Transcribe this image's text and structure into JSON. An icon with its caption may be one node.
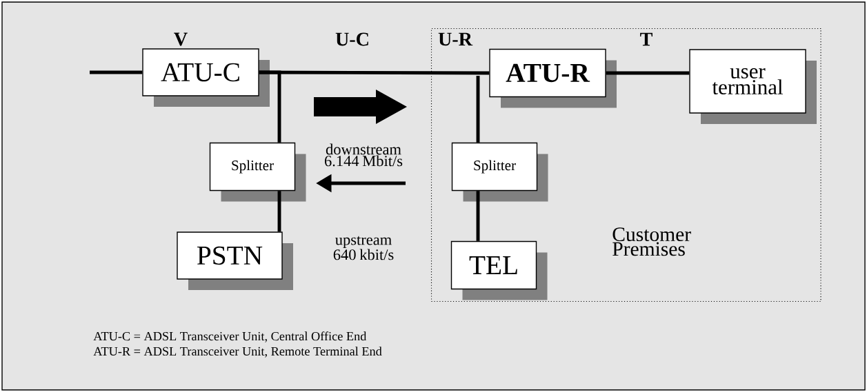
{
  "diagram": {
    "nodes": [
      {
        "text": [
          "Customer Premises"
        ]
      },
      {
        "text": [
          "ATU-C"
        ]
      },
      {
        "text": [
          "Splitter"
        ]
      },
      {
        "text": [
          "PSTN"
        ]
      },
      {
        "text": [
          "ATU-R"
        ],
        "in": 0
      },
      {
        "text": [
          "user terminal"
        ],
        "in": 0
      },
      {
        "text": [
          "Splitter"
        ],
        "in": 0
      },
      {
        "text": [
          "TEL"
        ],
        "in": 0
      }
    ],
    "edges": [
      {
        "from": null,
        "to": 1,
        "arrow": "none"
      },
      {
        "from": 1,
        "to": 4,
        "arrow": "none"
      },
      {
        "from": 1,
        "to": 2,
        "arrow": "none"
      },
      {
        "from": 2,
        "to": 3,
        "arrow": "none"
      },
      {
        "from": 4,
        "to": 5,
        "arrow": "none"
      },
      {
        "from": 4,
        "to": 6,
        "arrow": "none"
      },
      {
        "from": 6,
        "to": 7,
        "arrow": "none"
      }
    ],
    "labels": [
      "V",
      "U-C",
      "U-R",
      "T",
      "downstream 6.144 Mbit/s",
      "upstream 640 kbit/s",
      "ATU-C = ADSL Transceiver Unit, Central Office End",
      "ATU-R = ADSL Transceiver Unit, Remote Terminal  End"
    ]
  }
}
